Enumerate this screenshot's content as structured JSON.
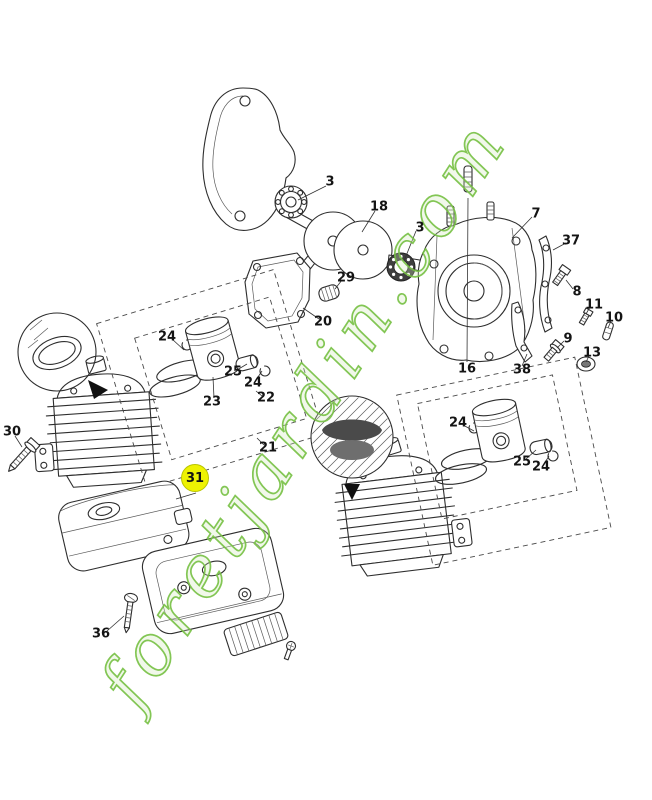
{
  "watermark": {
    "text": "foretjardin.com",
    "color": "#76c043"
  },
  "highlight_color": "#eef202",
  "labels": [
    {
      "text": "3"
    },
    {
      "text": "18"
    },
    {
      "text": "3"
    },
    {
      "text": "7"
    },
    {
      "text": "37"
    },
    {
      "text": "8"
    },
    {
      "text": "11"
    },
    {
      "text": "10"
    },
    {
      "text": "9"
    },
    {
      "text": "13"
    },
    {
      "text": "29"
    },
    {
      "text": "20"
    },
    {
      "text": "16"
    },
    {
      "text": "38"
    },
    {
      "text": "24"
    },
    {
      "text": "25"
    },
    {
      "text": "24"
    },
    {
      "text": "23"
    },
    {
      "text": "22"
    },
    {
      "text": "21"
    },
    {
      "text": "30"
    },
    {
      "text": "24"
    },
    {
      "text": "25"
    },
    {
      "text": "24"
    },
    {
      "text": "31",
      "highlighted": true
    },
    {
      "text": "36"
    }
  ]
}
